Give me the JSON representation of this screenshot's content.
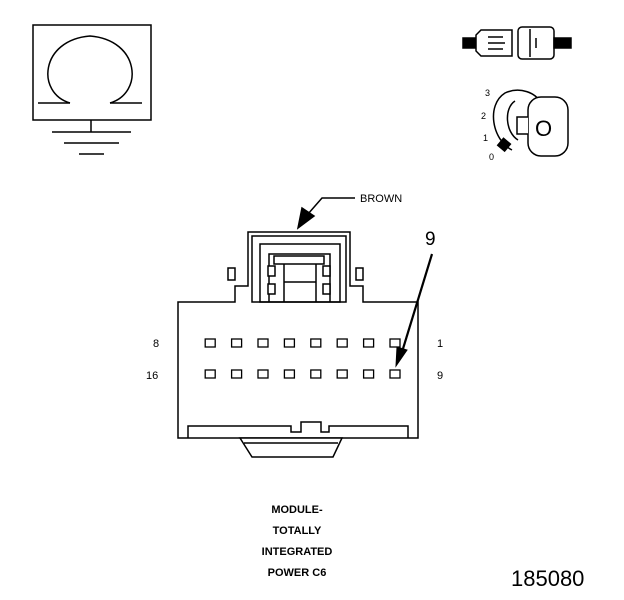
{
  "connector": {
    "color_label": "BROWN",
    "pin_callout": "9",
    "row_labels": {
      "top_left": "8",
      "top_right": "1",
      "bottom_left": "16",
      "bottom_right": "9"
    },
    "pins_per_row": 8,
    "rows": 2
  },
  "ignition_key": {
    "positions": [
      "3",
      "2",
      "1",
      "0"
    ],
    "key_marking": "O"
  },
  "icons": {
    "ground_symbol": "ground-omega-icon",
    "connector_view": "connector-side-icon",
    "key_switch": "ignition-key-icon"
  },
  "caption": {
    "lines": [
      "MODULE-",
      "TOTALLY",
      "INTEGRATED",
      "POWER C6"
    ]
  },
  "figure_number": "185080",
  "colors": {
    "line": "#000000",
    "background": "#ffffff"
  }
}
